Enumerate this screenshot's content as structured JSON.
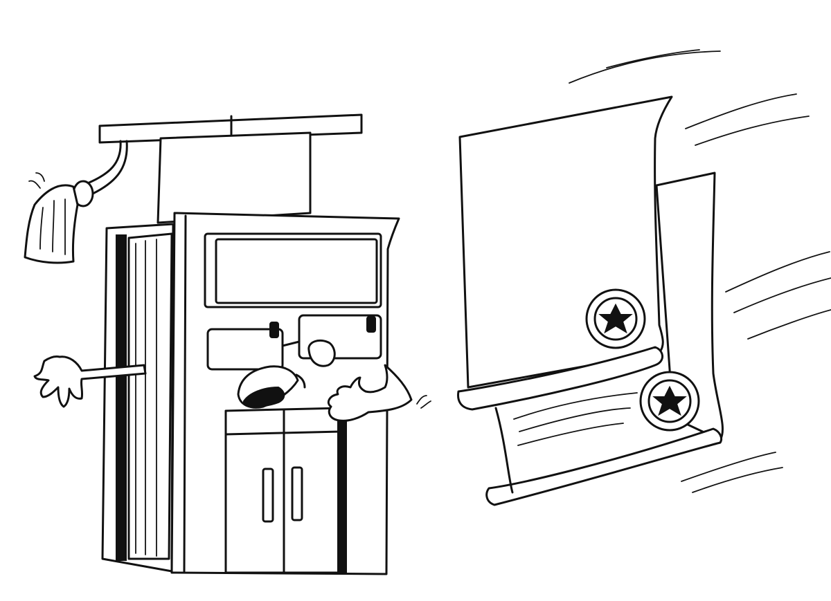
{
  "illustration": {
    "style": "black-and-white line art",
    "colors": {
      "ink": "#111111",
      "paper": "#ffffff"
    },
    "subjects": [
      {
        "name": "book-building-character",
        "icon": "graduation-cap-icon"
      },
      {
        "name": "diploma-scroll",
        "icon": "star-seal-icon"
      },
      {
        "name": "diploma-scroll",
        "icon": "star-seal-icon"
      }
    ]
  }
}
